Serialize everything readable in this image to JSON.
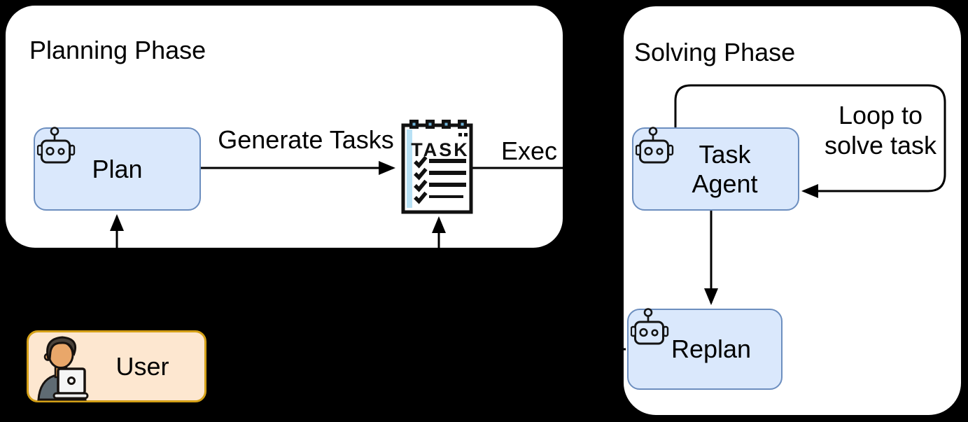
{
  "panels": {
    "planning": {
      "title": "Planning Phase"
    },
    "solving": {
      "title": "Solving Phase"
    }
  },
  "nodes": {
    "plan": {
      "label": "Plan"
    },
    "task_agent": {
      "label": "Task Agent"
    },
    "replan": {
      "label": "Replan"
    },
    "user": {
      "label": "User"
    },
    "task_list": {
      "heading": "TASK"
    }
  },
  "edges": {
    "generate_tasks": {
      "label": "Generate Tasks"
    },
    "exec": {
      "label": "Exec"
    },
    "loop_to_solve": {
      "label": "Loop to solve task"
    }
  },
  "icons": {
    "robot": "robot-head-icon",
    "user": "person-at-laptop-icon",
    "task_list": "task-checklist-icon"
  },
  "colors": {
    "background": "#000000",
    "panel_fill": "#ffffff",
    "panel_border": "#000000",
    "agent_box_fill": "#dae8fc",
    "agent_box_border": "#6c8ebf",
    "user_box_fill": "#fde7d0",
    "user_box_border": "#d4a017",
    "connector": "#000000",
    "task_icon_accent": "#b8e1f5"
  }
}
